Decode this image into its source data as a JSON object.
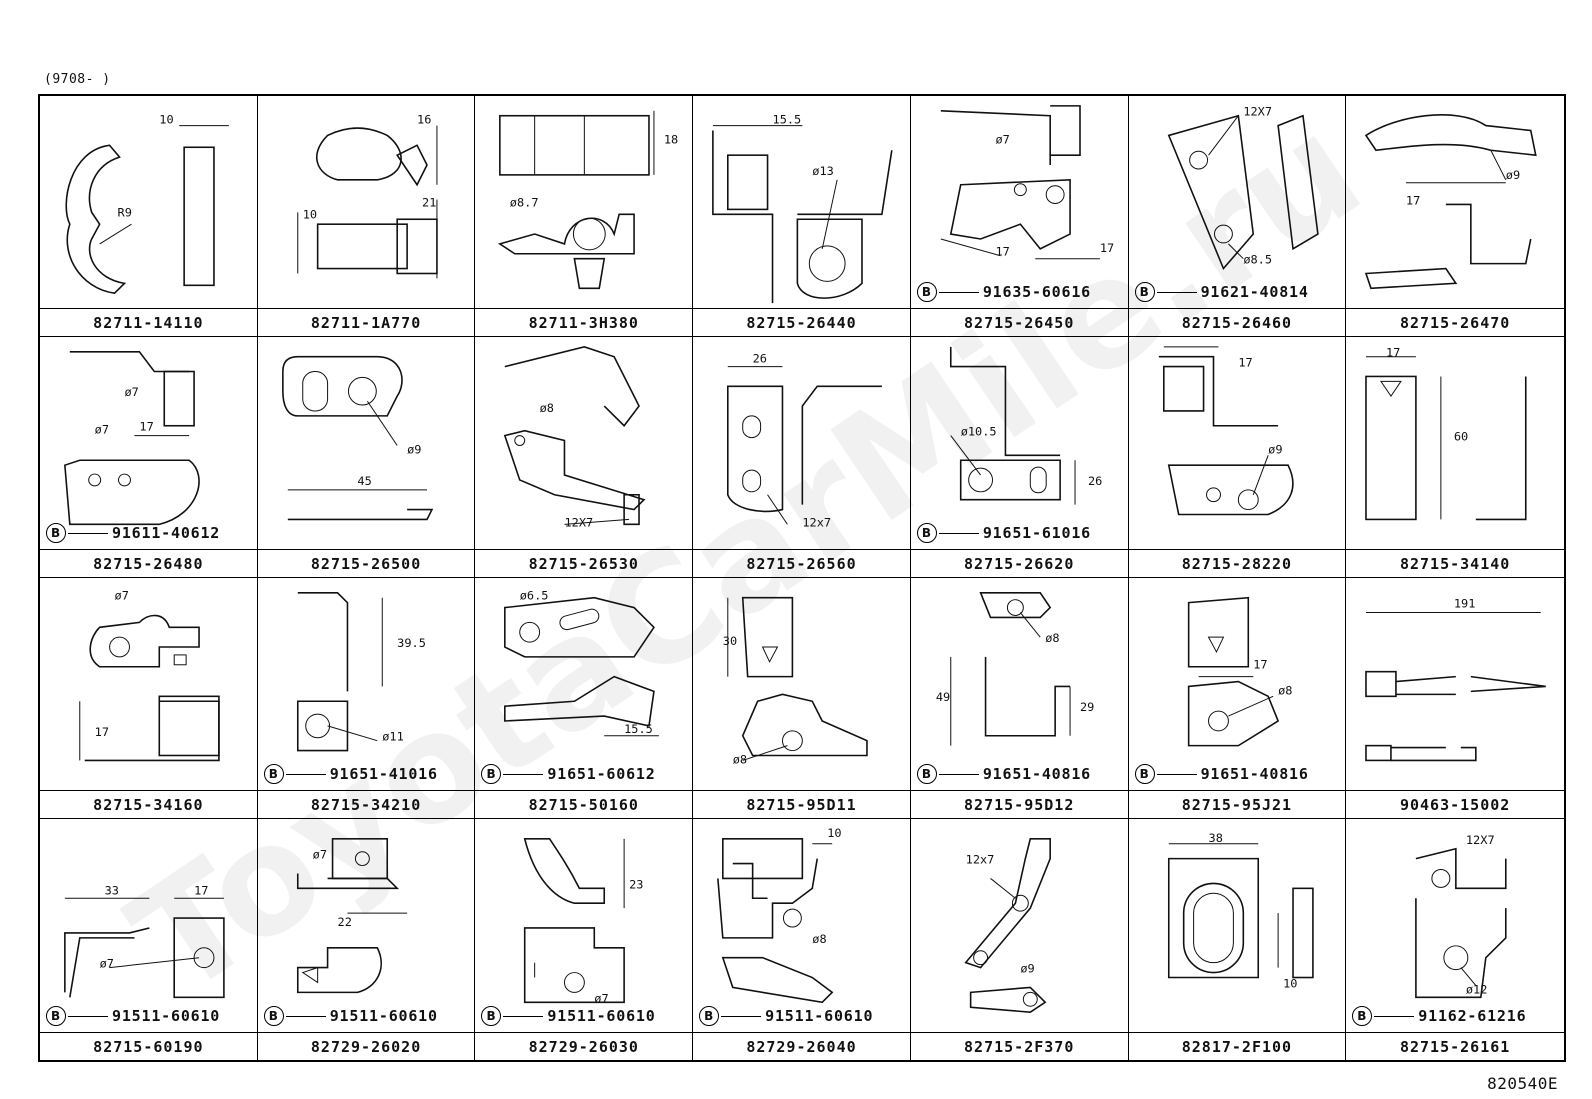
{
  "header": {
    "code": "(9708-      )"
  },
  "footer": {
    "code": "820540E"
  },
  "watermark": {
    "text": "ToyotaCarMile.ru"
  },
  "bolt_letter": "B",
  "parts": [
    {
      "number": "82711-14110",
      "bolt": "",
      "dims": [
        "10",
        "R9"
      ]
    },
    {
      "number": "82711-1A770",
      "bolt": "",
      "dims": [
        "16",
        "10",
        "21"
      ]
    },
    {
      "number": "82711-3H380",
      "bolt": "",
      "dims": [
        "18",
        "ø8.7"
      ]
    },
    {
      "number": "82715-26440",
      "bolt": "",
      "dims": [
        "15.5",
        "ø13"
      ]
    },
    {
      "number": "82715-26450",
      "bolt": "91635-60616",
      "dims": [
        "ø7",
        "17",
        "17"
      ]
    },
    {
      "number": "82715-26460",
      "bolt": "91621-40814",
      "dims": [
        "12X7",
        "ø8.5"
      ]
    },
    {
      "number": "82715-26470",
      "bolt": "",
      "dims": [
        "ø9",
        "17"
      ]
    },
    {
      "number": "82715-26480",
      "bolt": "91611-40612",
      "dims": [
        "ø7",
        "ø7",
        "17"
      ]
    },
    {
      "number": "82715-26500",
      "bolt": "",
      "dims": [
        "ø9",
        "45"
      ]
    },
    {
      "number": "82715-26530",
      "bolt": "",
      "dims": [
        "ø8",
        "12X7"
      ]
    },
    {
      "number": "82715-26560",
      "bolt": "",
      "dims": [
        "26",
        "12x7"
      ]
    },
    {
      "number": "82715-26620",
      "bolt": "91651-61016",
      "dims": [
        "ø10.5",
        "26"
      ]
    },
    {
      "number": "82715-28220",
      "bolt": "",
      "dims": [
        "17",
        "ø9"
      ]
    },
    {
      "number": "82715-34140",
      "bolt": "",
      "dims": [
        "17",
        "60"
      ]
    },
    {
      "number": "82715-34160",
      "bolt": "",
      "dims": [
        "ø7",
        "17"
      ]
    },
    {
      "number": "82715-34210",
      "bolt": "91651-41016",
      "dims": [
        "39.5",
        "ø11"
      ]
    },
    {
      "number": "82715-50160",
      "bolt": "91651-60612",
      "dims": [
        "ø6.5",
        "15.5"
      ]
    },
    {
      "number": "82715-95D11",
      "bolt": "",
      "dims": [
        "30",
        "ø8"
      ]
    },
    {
      "number": "82715-95D12",
      "bolt": "91651-40816",
      "dims": [
        "ø8",
        "49",
        "29"
      ]
    },
    {
      "number": "82715-95J21",
      "bolt": "91651-40816",
      "dims": [
        "17",
        "ø8"
      ]
    },
    {
      "number": "90463-15002",
      "bolt": "",
      "dims": [
        "191"
      ]
    },
    {
      "number": "82715-60190",
      "bolt": "91511-60610",
      "dims": [
        "33",
        "17",
        "ø7"
      ]
    },
    {
      "number": "82729-26020",
      "bolt": "91511-60610",
      "dims": [
        "ø7",
        "22"
      ]
    },
    {
      "number": "82729-26030",
      "bolt": "91511-60610",
      "dims": [
        "23",
        "ø7"
      ]
    },
    {
      "number": "82729-26040",
      "bolt": "91511-60610",
      "dims": [
        "10",
        "ø8"
      ]
    },
    {
      "number": "82715-2F370",
      "bolt": "",
      "dims": [
        "12x7",
        "ø9"
      ]
    },
    {
      "number": "82817-2F100",
      "bolt": "",
      "dims": [
        "38",
        "10"
      ]
    },
    {
      "number": "82715-26161",
      "bolt": "91162-61216",
      "dims": [
        "12X7",
        "ø12"
      ]
    }
  ]
}
